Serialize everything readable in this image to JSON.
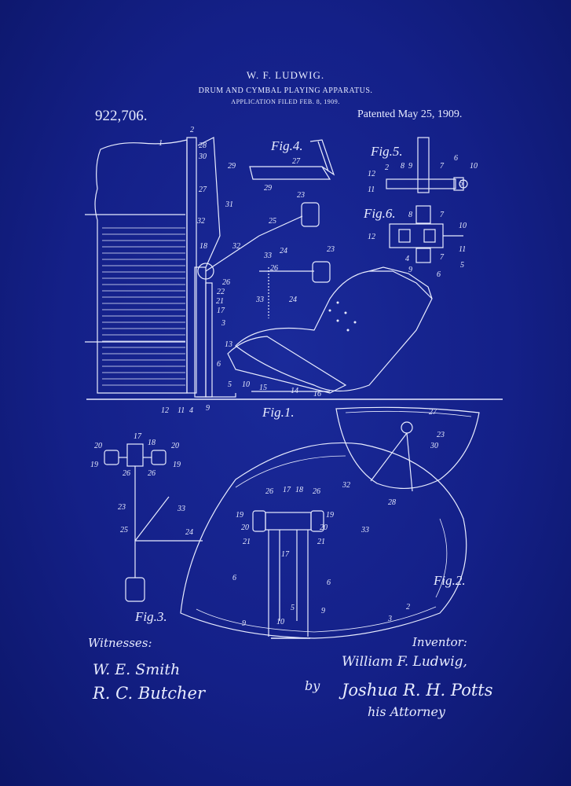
{
  "header": {
    "inventor_name": "W. F. LUDWIG.",
    "title": "DRUM AND CYMBAL PLAYING APPARATUS.",
    "application": "APPLICATION FILED FEB. 8, 1909.",
    "patent_number": "922,706.",
    "patented": "Patented May 25, 1909."
  },
  "figures": {
    "fig1": "Fig.1.",
    "fig2": "Fig.2.",
    "fig3": "Fig.3.",
    "fig4": "Fig.4.",
    "fig5": "Fig.5.",
    "fig6": "Fig.6."
  },
  "footer": {
    "witnesses_label": "Witnesses:",
    "witness_sig_1": "W. E. Smith",
    "witness_sig_2": "R. C. Butcher",
    "inventor_label": "Inventor:",
    "inventor_signature": "William F. Ludwig,",
    "by_label": "by",
    "attorney_signature": "Joshua R. H. Potts",
    "attorney_label": "his Attorney"
  },
  "colors": {
    "background": "#142088",
    "ink": "#e8ecff"
  }
}
